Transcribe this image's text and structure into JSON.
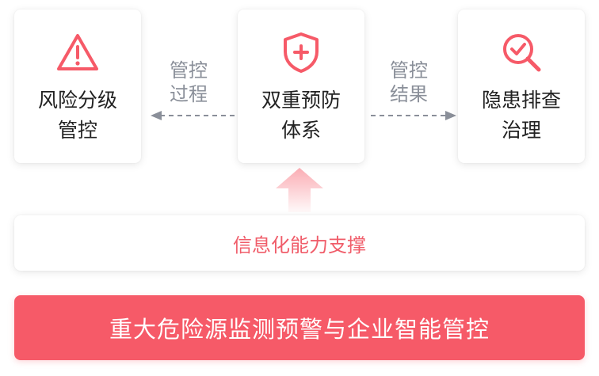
{
  "cards": [
    {
      "id": "left",
      "icon": "warning-triangle-icon",
      "label_lines": [
        "风险分级",
        "管控"
      ]
    },
    {
      "id": "center",
      "icon": "shield-plus-icon",
      "label_lines": [
        "双重预防",
        "体系"
      ]
    },
    {
      "id": "right",
      "icon": "magnifier-check-icon",
      "label_lines": [
        "隐患排查",
        "治理"
      ]
    }
  ],
  "connectors": {
    "left": {
      "label_lines": [
        "管控",
        "过程"
      ],
      "direction": "left"
    },
    "right": {
      "label_lines": [
        "管控",
        "结果"
      ],
      "direction": "right"
    }
  },
  "support_bar": {
    "label": "信息化能力支撑"
  },
  "main_bar": {
    "label": "重大危险源监测预警与企业智能管控"
  },
  "colors": {
    "accent": "#f65a68",
    "accent_text": "#f05d6a",
    "connector_gray": "#8a8f99",
    "card_text": "#222222"
  }
}
